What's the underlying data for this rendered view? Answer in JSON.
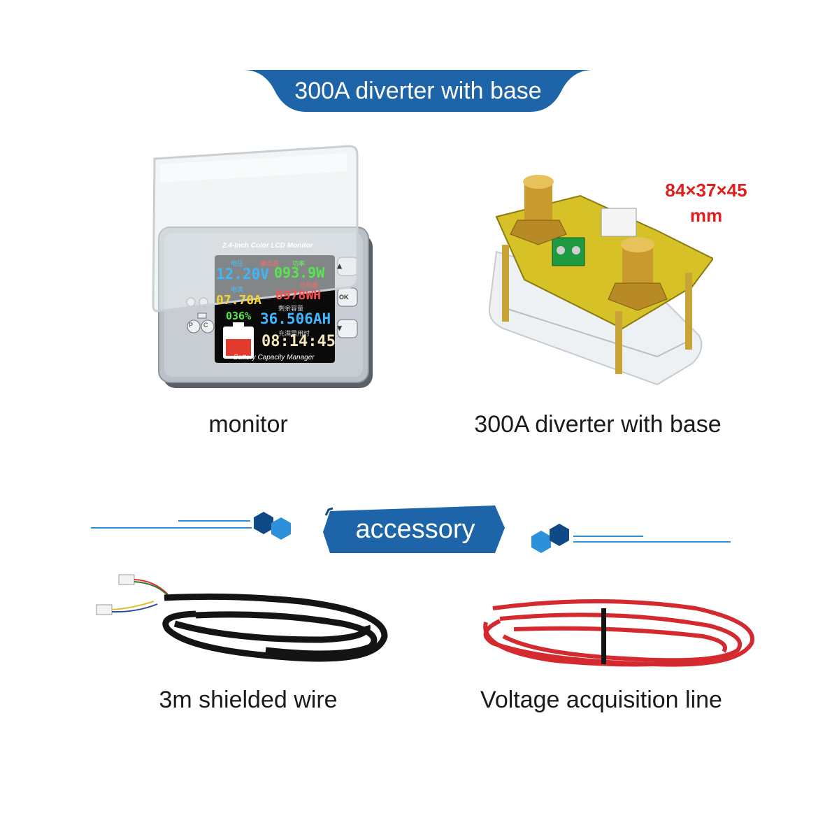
{
  "header": {
    "title": "300A diverter with base"
  },
  "products": {
    "monitor": {
      "caption": "monitor",
      "device_title": "2.4-Inch Color LCD Monitor",
      "device_footer": "Battery Capacity Manager",
      "buttons": {
        "up": "▲",
        "ok": "OK",
        "down": "▼",
        "p": "P",
        "c": "C"
      },
      "screen": {
        "label_voltage": "电压",
        "label_output": "输出态",
        "label_power": "功率",
        "voltage": "12.20V",
        "power": "093.9W",
        "label_current": "电流",
        "label_energy": "总电量",
        "current": "07.70A",
        "energy": "0978WH",
        "percent": "036%",
        "label_remaining": "剩余容量",
        "capacity": "36.506AH",
        "label_time": "充满需用时",
        "time": "08:14:45"
      }
    },
    "diverter": {
      "caption": "300A diverter with base",
      "dimensions_line1": "84×37×45",
      "dimensions_line2": "mm"
    }
  },
  "section": {
    "title": "accessory"
  },
  "accessories": {
    "shielded_wire": {
      "caption": "3m shielded wire"
    },
    "voltage_line": {
      "caption": "Voltage acquisition line"
    }
  },
  "colors": {
    "brand_blue": "#1e64a8",
    "brand_blue_dark": "#0f4a86",
    "accent_light_blue": "#2d90d8",
    "dimension_red": "#e0201e",
    "wire_red": "#d42a2f",
    "wire_black": "#141414"
  }
}
